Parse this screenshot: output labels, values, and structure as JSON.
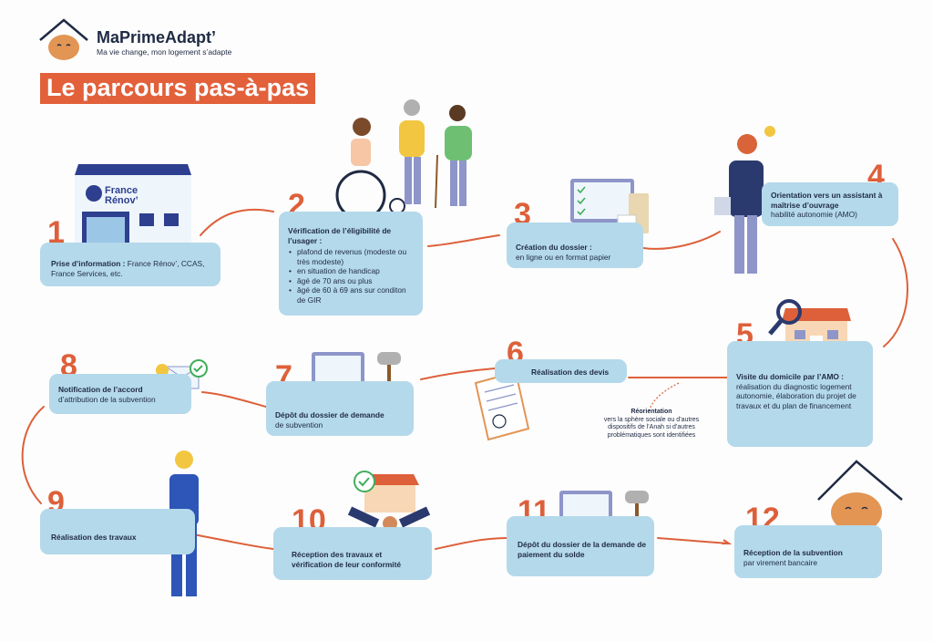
{
  "logo": {
    "title": "MaPrimeAdapt’",
    "tagline": "Ma vie change, mon logement s’adapte"
  },
  "banner": {
    "title": "Le parcours pas-à-pas"
  },
  "france_renov": {
    "line1": "France",
    "line2": "Rénov’"
  },
  "steps": [
    {
      "number": "1",
      "title": "Prise d’information :",
      "text": " France Rénov’, CCAS, France Services, etc."
    },
    {
      "number": "2",
      "title": "Vérification de l’éligibilité de l’usager :",
      "items": [
        "plafond de revenus (modeste ou très modeste)",
        "en situation de handicap",
        "âgé de 70 ans ou plus",
        "âgé de 60 à 69 ans sur conditon de GIR"
      ]
    },
    {
      "number": "3",
      "title": "Création du dossier :",
      "text": "en ligne ou en format papier"
    },
    {
      "number": "4",
      "title": "Orientation vers un assistant à maîtrise d’ouvrage",
      "text": "habilité autonomie (AMO)"
    },
    {
      "number": "5",
      "title": "Visite du domicile par l’AMO :",
      "text": "réalisation du diagnostic logement autonomie, élaboration du projet de travaux et du plan de financement"
    },
    {
      "number": "6",
      "title": "Réalisation des devis"
    },
    {
      "number": "7",
      "title": "Dépôt du dossier de demande",
      "text": "de subvention"
    },
    {
      "number": "8",
      "title": "Notification de l’accord",
      "text": "d’attribution de la subvention"
    },
    {
      "number": "9",
      "title": "Réalisation des travaux"
    },
    {
      "number": "10",
      "title": "Réception des travaux et vérification de leur conformité"
    },
    {
      "number": "11",
      "title": "Dépôt du dossier de la demande de paiement du solde"
    },
    {
      "number": "12",
      "title": "Réception de la subvention",
      "text": "par virement bancaire"
    }
  ],
  "reorientation": {
    "title": "Réorientation",
    "text": "vers la sphère sociale ou d’autres dispositifs de l’Anah si d’autres problématiques sont identifiées"
  },
  "colors": {
    "accent": "#dd603a",
    "box": "#b4d9ea",
    "navy": "#1f2a44"
  }
}
